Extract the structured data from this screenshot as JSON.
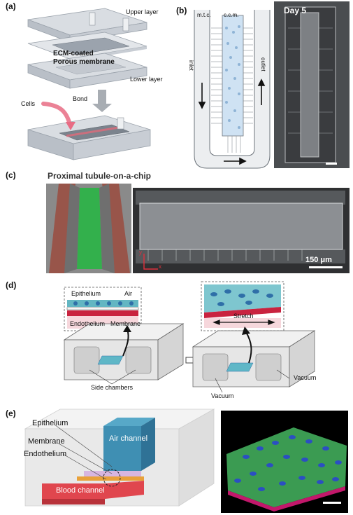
{
  "panel_a": {
    "label": "(a)",
    "upper_layer": "Upper layer",
    "membrane_line1": "ECM-coated",
    "membrane_line2": "Porous membrane",
    "lower_layer": "Lower layer",
    "bond": "Bond",
    "cells": "Cells"
  },
  "panel_b": {
    "label": "(b)",
    "mtc": "m.t.c.",
    "ccm": "c.c.m.",
    "inlet": "inlet",
    "outlet": "outlet",
    "day": "Day 5"
  },
  "panel_c": {
    "label": "(c)",
    "title": "Proximal tubule-on-a-chip",
    "scale": "150 μm",
    "axis_y": "y",
    "axis_x": "x"
  },
  "panel_d": {
    "label": "(d)",
    "epithelium": "Epithelium",
    "air": "Air",
    "endothelium": "Endothelium",
    "membrane": "Membrane",
    "stretch": "Stretch",
    "side_chambers": "Side chambers",
    "vacuum_left": "Vacuum",
    "vacuum_right": "Vacuum"
  },
  "panel_e": {
    "label": "(e)",
    "epithelium": "Epithelium",
    "membrane": "Membrane",
    "endothelium": "Endothelium",
    "air_channel": "Air channel",
    "blood_channel": "Blood channel"
  }
}
